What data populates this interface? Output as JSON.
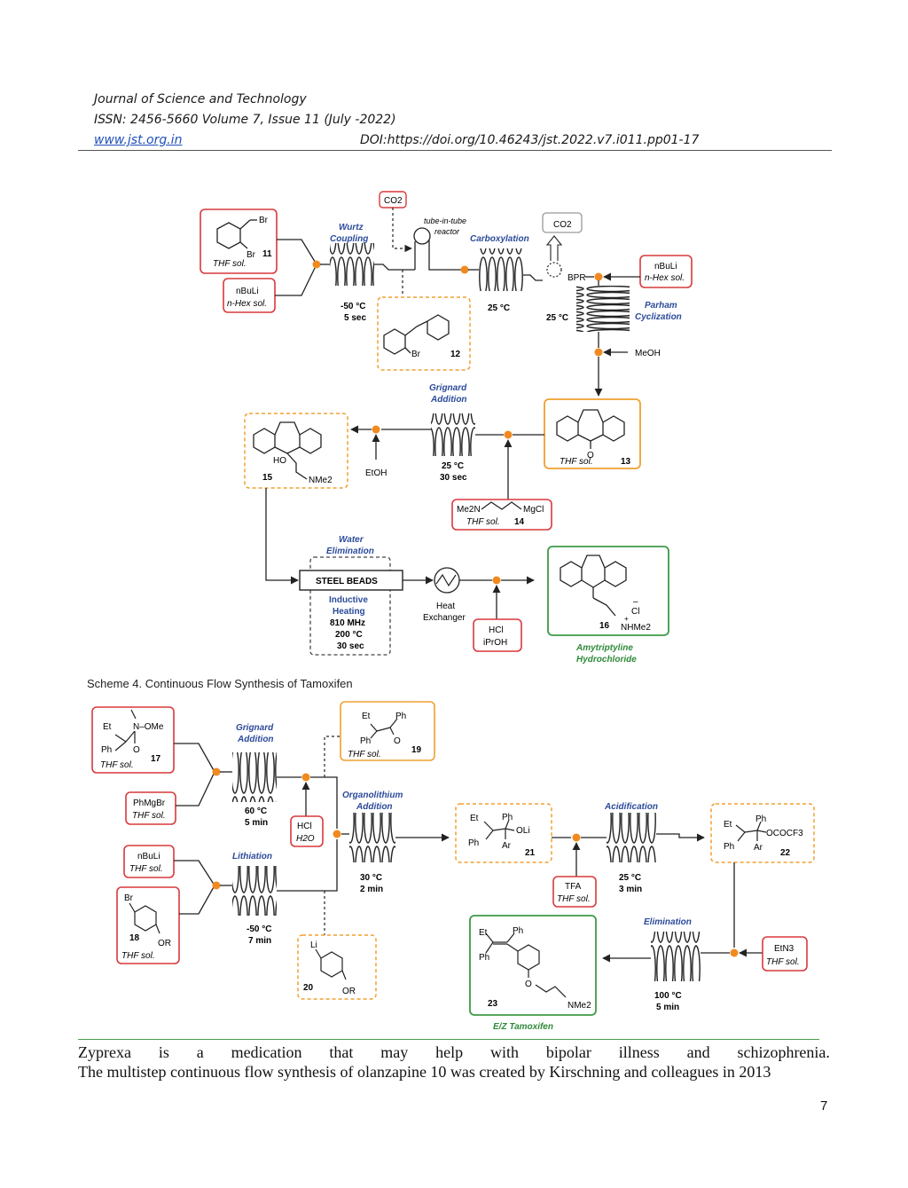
{
  "header": {
    "journal": "Journal of Science and Technology",
    "issn": "ISSN: 2456-5660 Volume 7, Issue 11 (July -2022)",
    "website": "www.jst.org.in",
    "doi": "DOI:https://doi.org/10.46243/jst.2022.v7.i011.pp01-17"
  },
  "scheme3": {
    "co2_in": "CO2",
    "sm_label": "11",
    "sm_solvent": "THF sol.",
    "br1": "Br",
    "br2": "Br",
    "nbuli": "nBuLi",
    "nhex": "n-Hex sol.",
    "wurtz": [
      "Wurtz",
      "Coupling"
    ],
    "wurtz_cond": [
      "-50 °C",
      "5 sec"
    ],
    "tube_reactor": [
      "tube-in-tube",
      "reactor"
    ],
    "carboxylation": "Carboxylation",
    "co2_out": "CO2",
    "carb_temp": "25 °C",
    "bpr": "BPR",
    "nbuli2": "nBuLi",
    "nhex2": "n-Hex sol.",
    "parham": [
      "Parham",
      "Cyclization"
    ],
    "parham_temp": "25 °C",
    "int12": "12",
    "int12_br": "Br",
    "meoh": "MeOH",
    "grignard": [
      "Grignard",
      "Addition"
    ],
    "grignard_cond": [
      "25 °C",
      "30 sec"
    ],
    "k13_label": "13",
    "k13_solvent": "THF sol.",
    "k13_o": "O",
    "p15_label": "15",
    "p15_ho": "HO",
    "p15_nme2": "NMe2",
    "etoh": "EtOH",
    "reagent14": "Me2N",
    "reagent14_mg": "MgCl",
    "reagent14_sol": "THF sol.",
    "reagent14_label": "14",
    "water_elim": [
      "Water",
      "Elimination"
    ],
    "steel": "STEEL BEADS",
    "inductive": [
      "Inductive",
      "Heating"
    ],
    "ind_cond": [
      "810 MHz",
      "200 °C",
      "30 sec"
    ],
    "heatex": [
      "Heat",
      "Exchanger"
    ],
    "hcl": "HCl",
    "iproh": "iPrOH",
    "p16_label": "16",
    "p16_cl": "Cl",
    "p16_minus": "–",
    "p16_nme2": "NHMe2",
    "p16_plus": "+",
    "product_name": [
      "Amytriptyline",
      "Hydrochloride"
    ]
  },
  "caption": "Scheme 4. Continuous Flow Synthesis of Tamoxifen",
  "scheme4": {
    "sm17": {
      "et": "Et",
      "n": "N–OMe",
      "ph": "Ph",
      "o": "O",
      "label": "17",
      "sol": "THF sol."
    },
    "phmgbr": "PhMgBr",
    "phmgbr_sol": "THF sol.",
    "grignard": [
      "Grignard",
      "Addition"
    ],
    "grignard_cond": [
      "60 °C",
      "5 min"
    ],
    "k19": {
      "et": "Et",
      "ph1": "Ph",
      "ph2": "Ph",
      "o": "O",
      "label": "19",
      "sol": "THF sol."
    },
    "hcl": "HCl",
    "h2o": "H2O",
    "organo": [
      "Organolithium",
      "Addition"
    ],
    "organo_cond": [
      "30 °C",
      "2 min"
    ],
    "nbuli": "nBuLi",
    "nbuli_sol": "THF sol.",
    "lithiation": "Lithiation",
    "lith_cond": [
      "-50 °C",
      "7 min"
    ],
    "sm18": {
      "br": "Br",
      "label": "18",
      "or": "OR",
      "sol": "THF sol."
    },
    "li20": {
      "li": "Li",
      "label": "20",
      "or": "OR"
    },
    "i21": {
      "et": "Et",
      "ph1": "Ph",
      "oli": "OLi",
      "ph2": "Ph",
      "ar": "Ar",
      "label": "21"
    },
    "tfa": "TFA",
    "tfa_sol": "THF sol.",
    "acid": "Acidification",
    "acid_cond": [
      "25 °C",
      "3 min"
    ],
    "i22": {
      "et": "Et",
      "ph1": "Ph",
      "ococf3": "OCOCF3",
      "ph2": "Ph",
      "ar": "Ar",
      "label": "22"
    },
    "etn3": "EtN3",
    "etn3_sol": "THF sol.",
    "elim": "Elimination",
    "elim_cond": [
      "100 °C",
      "5 min"
    ],
    "p23": {
      "et": "Et",
      "ph1": "Ph",
      "ph2": "Ph",
      "o": "O",
      "label": "23",
      "nme2": "NMe2"
    },
    "product_name": "E/Z Tamoxifen"
  },
  "body": {
    "line1_words": [
      "Zyprexa",
      "is",
      "a",
      "medication",
      "that",
      "may",
      "help",
      "with",
      "bipolar",
      "illness",
      "and",
      "schizophrenia."
    ],
    "line2": "The multistep continuous flow synthesis of olanzapine 10 was created by Kirschning and colleagues in 2013"
  },
  "page_number": "7",
  "colors": {
    "red_box": "#d9393b",
    "orange_box": "#f0a030",
    "green_box": "#3e9a46",
    "blue_label": "#2b4a9a",
    "green_label": "#2f8a3a",
    "dot": "#f08a20"
  }
}
